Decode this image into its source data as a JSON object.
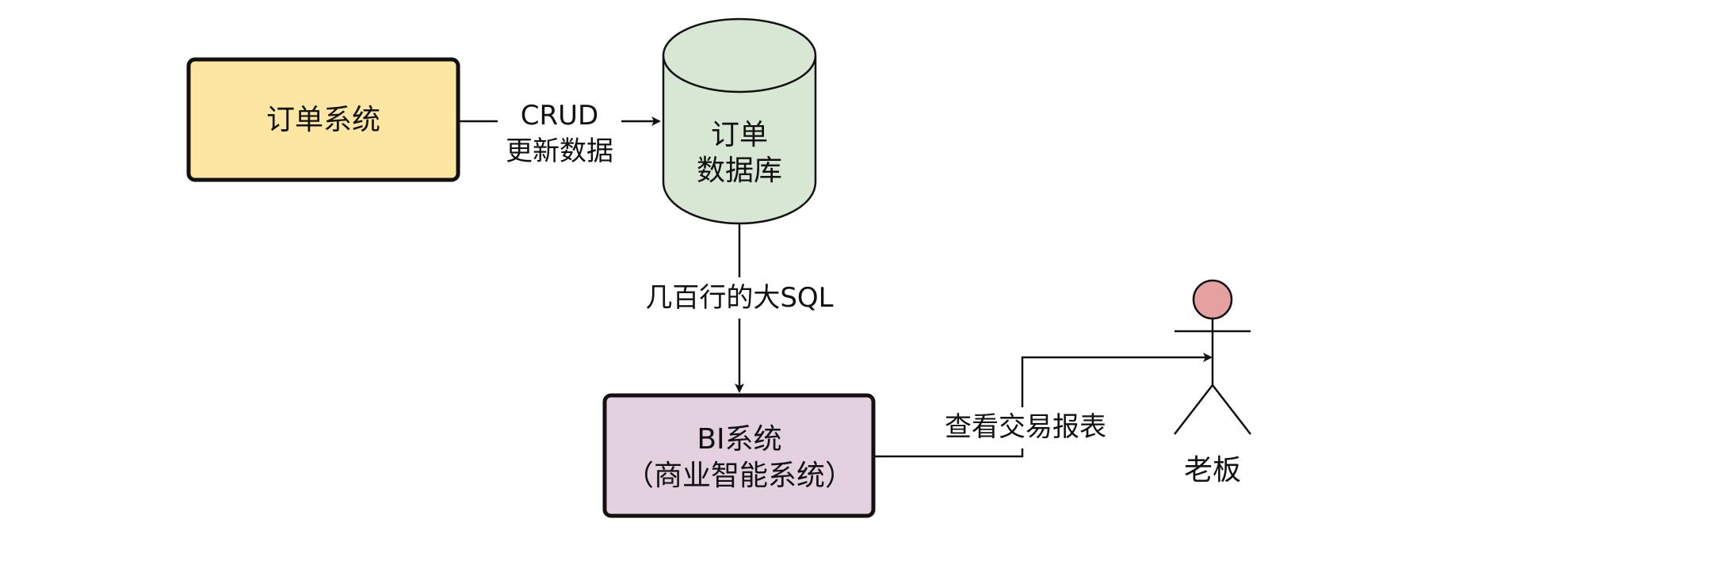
{
  "nodes": {
    "order_system": {
      "label": "订单系统",
      "fill": "#fce6a2"
    },
    "order_db": {
      "label_line1": "订单",
      "label_line2": "数据库",
      "fill": "#d8e7d4"
    },
    "bi_system": {
      "label_line1": "BI系统",
      "label_line2": "（商业智能系统）",
      "fill": "#e3d1df"
    },
    "boss": {
      "label": "老板",
      "head_fill": "#e5a0a0"
    }
  },
  "edges": {
    "crud": {
      "label_line1": "CRUD",
      "label_line2": "更新数据"
    },
    "big_sql": {
      "label": "几百行的大SQL"
    },
    "view_report": {
      "label": "查看交易报表"
    }
  },
  "colors": {
    "stroke": "#111111",
    "order_system": "#fce6a2",
    "order_db": "#d8e7d4",
    "bi_system": "#e3d1df",
    "boss_head": "#e5a0a0"
  }
}
